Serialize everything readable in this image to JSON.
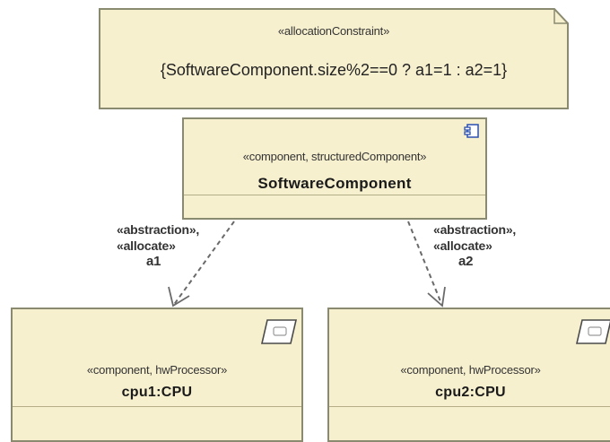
{
  "constraint_note": {
    "stereotype": "«allocationConstraint»",
    "text": "{SoftwareComponent.size%2==0 ? a1=1 : a2=1}"
  },
  "software_component": {
    "stereotype": "«component, structuredComponent»",
    "name": "SoftwareComponent",
    "icon": "component-icon"
  },
  "dependencies": [
    {
      "stereotypes": [
        "«abstraction»,",
        "«allocate»"
      ],
      "role": "a1"
    },
    {
      "stereotypes": [
        "«abstraction»,",
        "«allocate»"
      ],
      "role": "a2"
    }
  ],
  "processors": [
    {
      "stereotype": "«component, hwProcessor»",
      "name": "cpu1:CPU",
      "icon": "processor-icon"
    },
    {
      "stereotype": "«component, hwProcessor»",
      "name": "cpu2:CPU",
      "icon": "processor-icon"
    }
  ],
  "colors": {
    "fill": "#f7f0cf",
    "border": "#8a8a70",
    "arrow": "#6a6a6a"
  }
}
